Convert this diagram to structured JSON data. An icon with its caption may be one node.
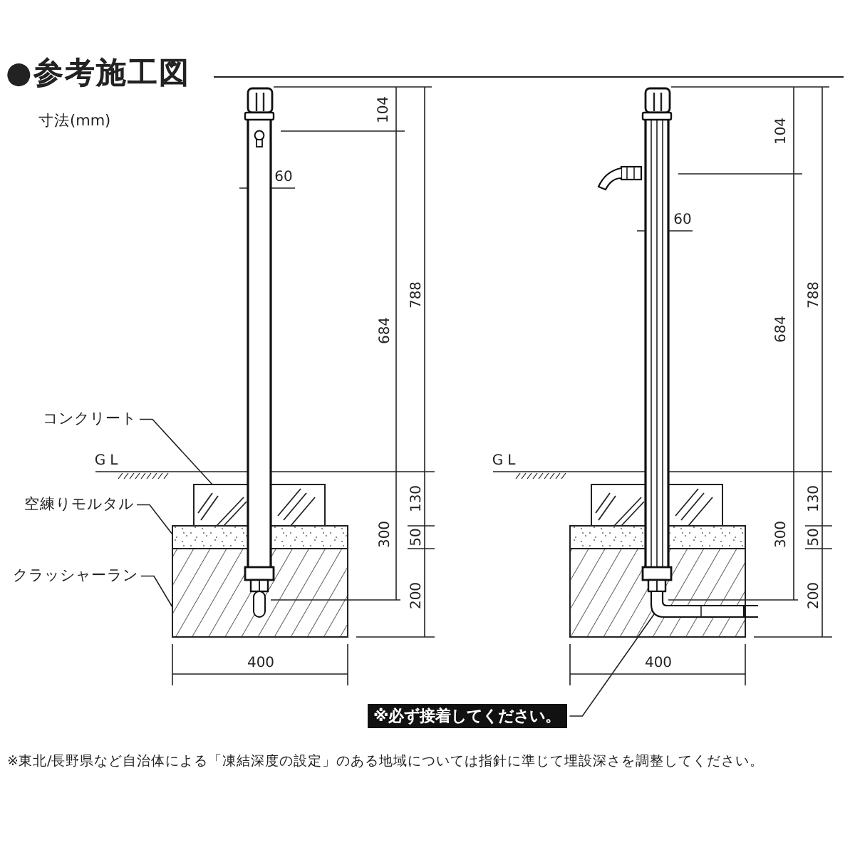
{
  "diagram": {
    "title": "●参考施工図",
    "nodes": [
      {
        "text": [
          "コンクリート"
        ]
      },
      {
        "text": [
          "空練りモルタル"
        ]
      },
      {
        "text": [
          "クラッシャーラン"
        ]
      },
      {
        "text": [],
        "shape": "box"
      },
      {
        "text": [],
        "shape": "box"
      },
      {
        "text": [],
        "shape": "box"
      },
      {
        "text": [
          "※必ず接着してください。"
        ]
      },
      {
        "text": [],
        "shape": "picture"
      }
    ],
    "edges": [
      {
        "from": 0,
        "to": 3,
        "arrow": "none"
      },
      {
        "from": 1,
        "to": 4,
        "arrow": "none"
      },
      {
        "from": 2,
        "to": 5,
        "arrow": "none"
      },
      {
        "from": 6,
        "to": 7,
        "arrow": "none"
      }
    ],
    "labels": [
      "寸法(mm)",
      "104",
      "788",
      "684",
      "60",
      "GL",
      "130",
      "50",
      "300",
      "200",
      "400",
      "104",
      "788",
      "684",
      "60",
      "GL",
      "130",
      "50",
      "300",
      "200",
      "400",
      "※東北/長野県など自治体による「凍結深度の設定」のある地域については指針に準じて埋設深さを調整してください。"
    ]
  }
}
